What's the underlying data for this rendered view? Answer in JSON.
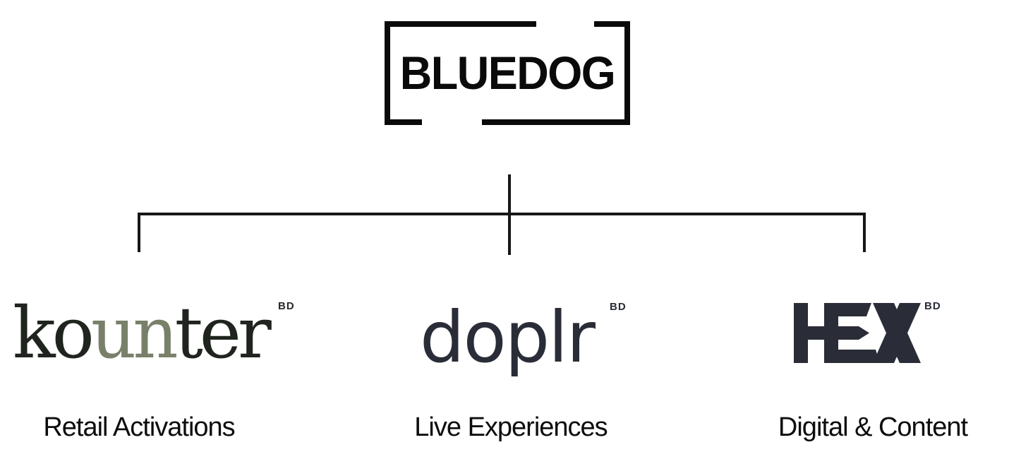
{
  "diagram": {
    "type": "brand-architecture",
    "background": "#ffffff",
    "line_color": "#17171a"
  },
  "parent_brand": {
    "name": "BLUEDOG",
    "logo_color": "#0a0a0a",
    "frame": "open-bracket-rectangle"
  },
  "sub_brands": [
    {
      "name": "kounter",
      "logo": {
        "prefix": "ko",
        "accent": "un",
        "suffix": "ter"
      },
      "superscript": "BD",
      "label": "Retail Activations",
      "colors": {
        "dark": "#20241e",
        "accent": "#79806a"
      }
    },
    {
      "name": "doplr",
      "logo": {
        "text": "doplr"
      },
      "superscript": "BD",
      "label": "Live Experiences",
      "colors": {
        "dark": "#2a2d37"
      }
    },
    {
      "name": "HEX",
      "logo": {
        "text": "HEX"
      },
      "superscript": "BD",
      "label": "Digital & Content",
      "colors": {
        "dark": "#2a2d37"
      }
    }
  ]
}
